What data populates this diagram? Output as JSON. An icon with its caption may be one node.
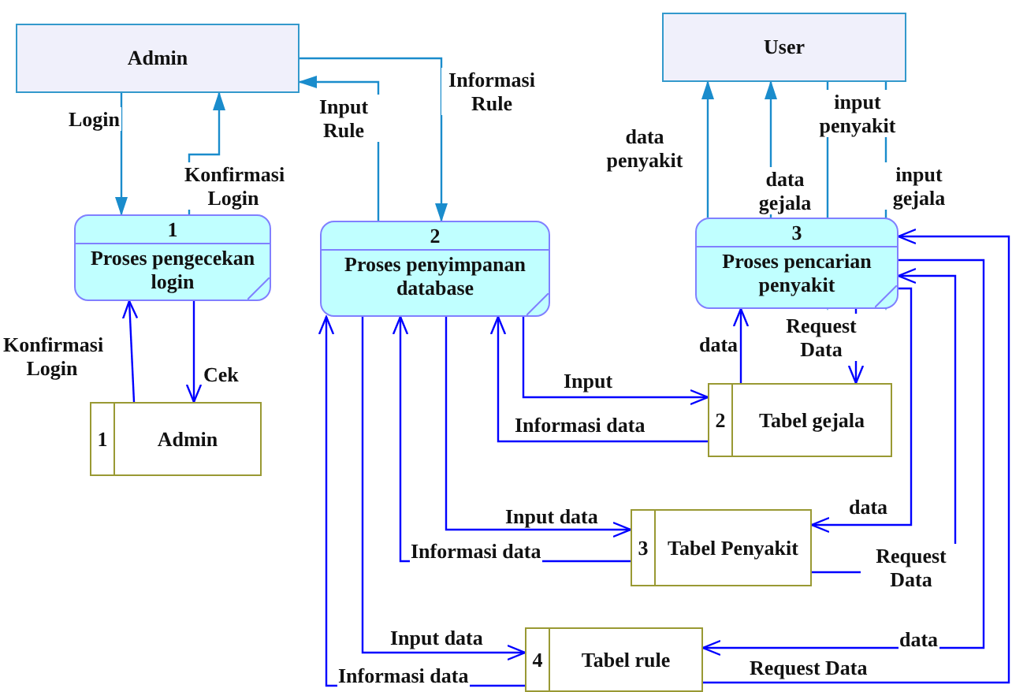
{
  "diagram": {
    "nodes": [
      {
        "text": [
          "Admin"
        ]
      },
      {
        "text": [
          "1",
          "Proses pengecekan login"
        ]
      },
      {
        "text": [
          "2",
          "Proses penyimpanan database"
        ]
      },
      {
        "text": [
          "User"
        ]
      },
      {
        "text": [
          "3",
          "Proses pencarian penyakit"
        ]
      },
      {
        "text": [
          "1",
          "Admin"
        ]
      },
      {
        "text": [
          "2",
          "Tabel gejala"
        ]
      },
      {
        "text": [
          "3",
          "Tabel Penyakit"
        ]
      },
      {
        "text": [
          "4",
          "Tabel rule"
        ]
      }
    ],
    "edges": [
      {
        "from": 0,
        "to": 1,
        "arrow": "to",
        "label": "Login",
        "color": "#1a8ccc"
      },
      {
        "from": 1,
        "to": 0,
        "arrow": "to",
        "label": "Konfirmasi Login",
        "color": "#1a8ccc"
      },
      {
        "from": 2,
        "to": 0,
        "arrow": "to",
        "label": "Input Rule",
        "color": "#1a8ccc"
      },
      {
        "from": 0,
        "to": 2,
        "arrow": "to",
        "label": "Informasi Rule",
        "color": "#1a8ccc"
      },
      {
        "from": 5,
        "to": 1,
        "arrow": "to",
        "label": "Konfirmasi Login"
      },
      {
        "from": 1,
        "to": 5,
        "arrow": "to",
        "label": "Cek"
      },
      {
        "from": 4,
        "to": 3,
        "arrow": "to",
        "label": "data penyakit",
        "color": "#1a8ccc"
      },
      {
        "from": 4,
        "to": 3,
        "arrow": "to",
        "label": "data gejala",
        "color": "#1a8ccc"
      },
      {
        "from": 3,
        "to": 4,
        "arrow": "to",
        "label": "input penyakit",
        "color": "#1a8ccc"
      },
      {
        "from": 3,
        "to": 4,
        "arrow": "to",
        "label": "input gejala",
        "color": "#1a8ccc"
      },
      {
        "from": 2,
        "to": 6,
        "arrow": "to",
        "label": "Input"
      },
      {
        "from": 6,
        "to": 2,
        "arrow": "to",
        "label": "Informasi data"
      },
      {
        "from": 6,
        "to": 4,
        "arrow": "to",
        "label": "data"
      },
      {
        "from": 4,
        "to": 6,
        "arrow": "to",
        "label": "Request Data"
      },
      {
        "from": 2,
        "to": 7,
        "arrow": "to",
        "label": "Input data"
      },
      {
        "from": 7,
        "to": 2,
        "arrow": "to",
        "label": "Informasi data"
      },
      {
        "from": 4,
        "to": 7,
        "arrow": "to",
        "label": "data"
      },
      {
        "from": 7,
        "to": 4,
        "arrow": "to",
        "label": "Request Data"
      },
      {
        "from": 2,
        "to": 8,
        "arrow": "to",
        "label": "Input data"
      },
      {
        "from": 8,
        "to": 2,
        "arrow": "to",
        "label": "Informasi data"
      },
      {
        "from": 4,
        "to": 8,
        "arrow": "to",
        "label": "data"
      },
      {
        "from": 8,
        "to": 4,
        "arrow": "to",
        "label": "Request Data"
      }
    ]
  }
}
